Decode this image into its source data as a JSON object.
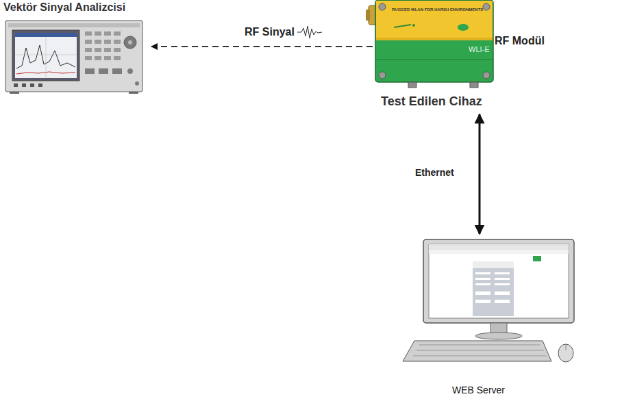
{
  "diagram": {
    "nodes": [
      {
        "text": [
          "Vektör Sinyal Analizcisi"
        ]
      },
      {
        "text": [
          "RF Modül",
          "Test Edilen Cihaz"
        ]
      },
      {
        "text": [
          "WEB Server"
        ]
      }
    ],
    "edges": [
      {
        "from": 1,
        "to": 0,
        "label": "RF Sinyal",
        "arrow": "to"
      },
      {
        "from": 1,
        "to": 2,
        "label": "Ethernet",
        "arrow": "both"
      }
    ],
    "labels": [
      "RUGGED WLAN FOR HARSH ENVIRONMENTS",
      "WLI-E"
    ]
  }
}
